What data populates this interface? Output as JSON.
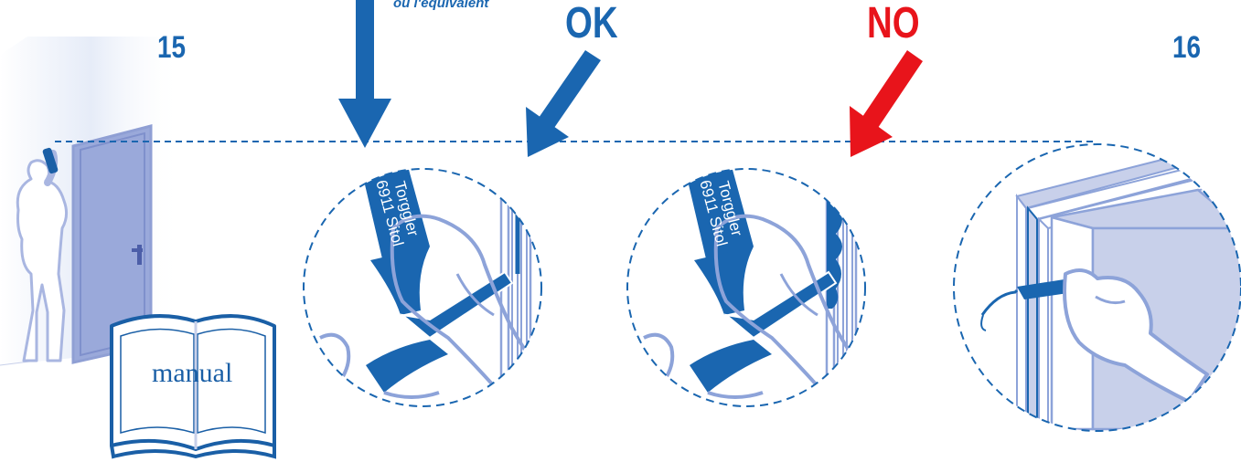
{
  "steps": {
    "left": "15",
    "right": "16"
  },
  "caption_top": "ou l'équivalent",
  "verdicts": {
    "ok": {
      "text": "OK",
      "color": "#1a66b0"
    },
    "no": {
      "text": "NO",
      "color": "#e8141b"
    }
  },
  "sealant_tube": {
    "line1": "Torggler",
    "line2": "6911 Sitol"
  },
  "manual_label": "manual",
  "colors": {
    "primary_blue": "#1a66b0",
    "light_blue": "#8da3d9",
    "door_fill": "#9aa9da",
    "panel_fill": "#c8d0ea",
    "wall_fill": "#e8edf8",
    "warning_red": "#e8141b"
  },
  "icons": [
    "person-icon",
    "door-icon",
    "manual-book-icon",
    "sealant-tube-icon",
    "hand-icon",
    "arrow-down-icon",
    "arrow-ok-icon",
    "arrow-no-icon"
  ]
}
